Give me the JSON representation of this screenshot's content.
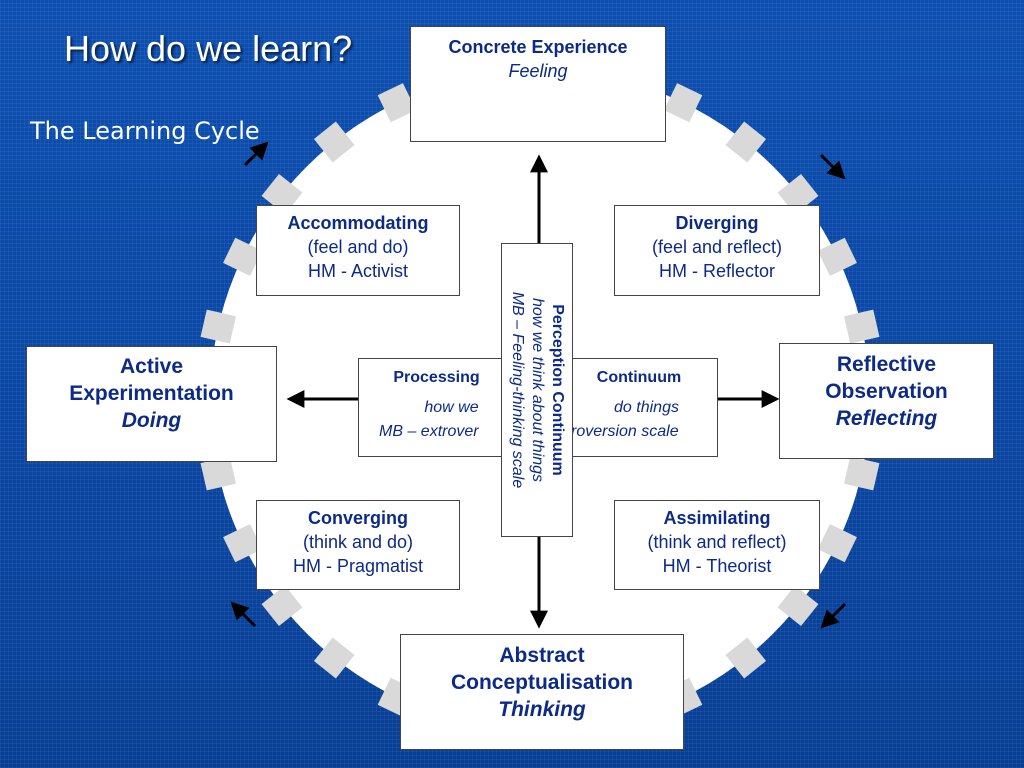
{
  "slide": {
    "title": "How do we learn?",
    "subtitle": "The Learning Cycle"
  },
  "stages": {
    "top": {
      "heading": "Concrete Experience",
      "mode": "Feeling"
    },
    "right": {
      "heading_1": "Reflective",
      "heading_2": "Observation",
      "mode": "Reflecting"
    },
    "bottom": {
      "heading_1": "Abstract",
      "heading_2": "Conceptualisation",
      "mode": "Thinking"
    },
    "left": {
      "heading_1": "Active",
      "heading_2": "Experimentation",
      "mode": "Doing"
    }
  },
  "styles": {
    "accommodating": {
      "name": "Accommodating",
      "desc": "(feel and do)",
      "hm": "HM - Activist"
    },
    "diverging": {
      "name": "Diverging",
      "desc": "(feel and reflect)",
      "hm": "HM - Reflector"
    },
    "converging": {
      "name": "Converging",
      "desc": "(think and do)",
      "hm": "HM - Pragmatist"
    },
    "assimilating": {
      "name": "Assimilating",
      "desc": "(think and reflect)",
      "hm": "HM - Theorist"
    }
  },
  "processing": {
    "left_title": "Processing",
    "right_title": "Continuum",
    "left_line": "how we",
    "right_line": "do things",
    "left_mb": "MB – extrover",
    "right_mb": "roversion scale"
  },
  "perception": {
    "title": "Perception Continuum",
    "line1": "how we think about things",
    "line2": "MB – Feeling-thinking scale"
  },
  "colors": {
    "background": "#0a48a6",
    "box_text": "#0c2a87",
    "ring": "#ffffff",
    "ring_blocks": "#d9d9d9"
  }
}
